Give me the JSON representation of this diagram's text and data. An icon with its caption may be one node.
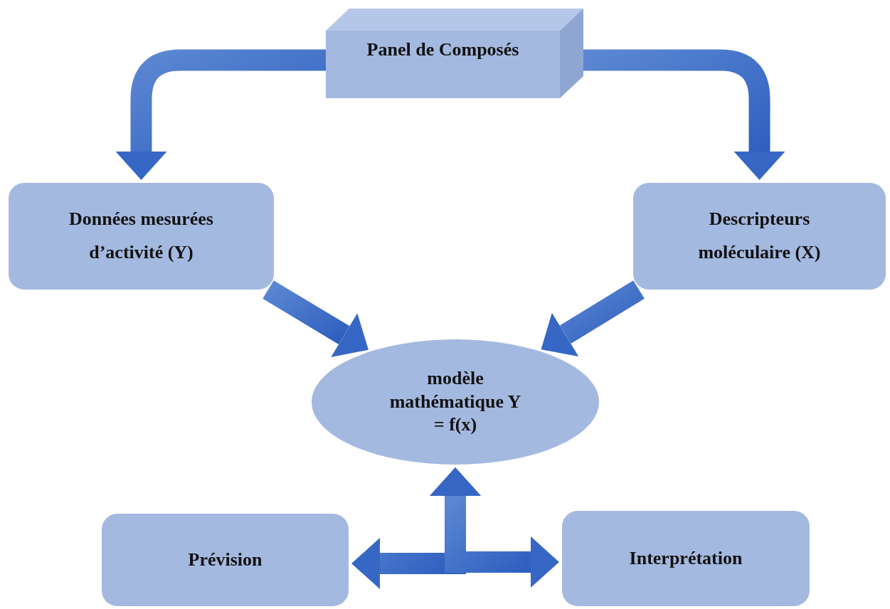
{
  "diagram": {
    "nodes": [
      {
        "text": [
          "Panel de Composés"
        ]
      },
      {
        "text": [
          "Données mesurées d’activité (Y)"
        ]
      },
      {
        "text": [
          "Descripteurs moléculaire (X)"
        ]
      },
      {
        "text": [
          "modèle mathématique Y = f(x)"
        ]
      },
      {
        "text": [
          "Prévision"
        ]
      },
      {
        "text": [
          "Interprétation"
        ]
      }
    ],
    "edges": [
      {
        "from": 0,
        "to": 1,
        "arrow": "to"
      },
      {
        "from": 0,
        "to": 2,
        "arrow": "to"
      },
      {
        "from": 1,
        "to": 3,
        "arrow": "to"
      },
      {
        "from": 2,
        "to": 3,
        "arrow": "to"
      },
      {
        "from": 3,
        "to": 4,
        "arrow": "both"
      },
      {
        "from": 3,
        "to": 5,
        "arrow": "both"
      }
    ]
  }
}
